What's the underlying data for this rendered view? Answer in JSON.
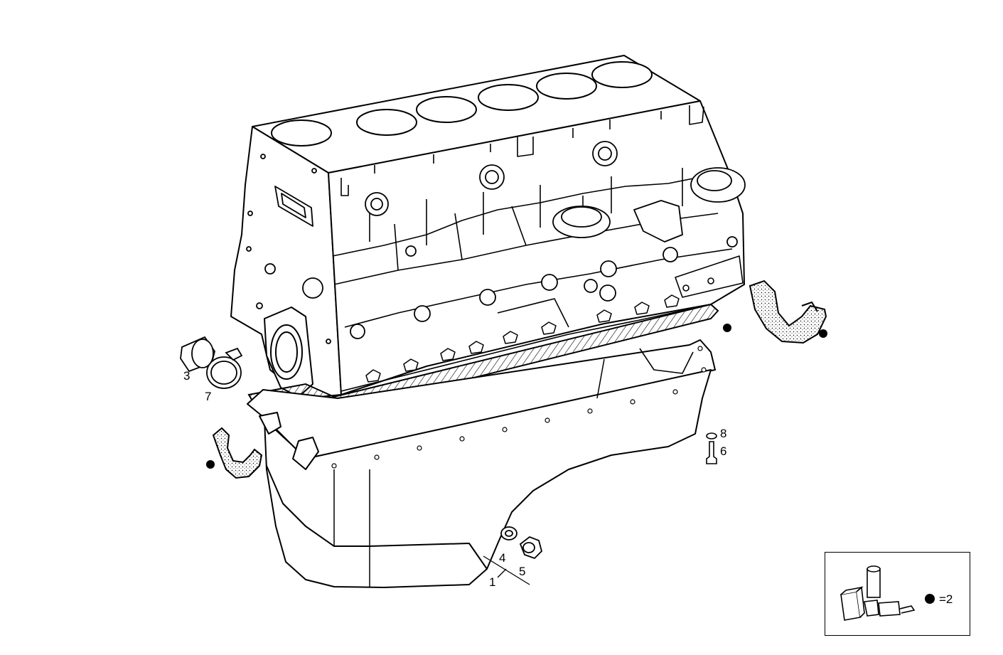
{
  "callouts": {
    "c1": "1",
    "c3": "3",
    "c4": "4",
    "c5": "5",
    "c6": "6",
    "c7": "7",
    "c8": "8"
  },
  "kit": {
    "label": "=2",
    "marker": "filled-dot"
  },
  "colors": {
    "line": "#000000",
    "background": "#ffffff"
  }
}
